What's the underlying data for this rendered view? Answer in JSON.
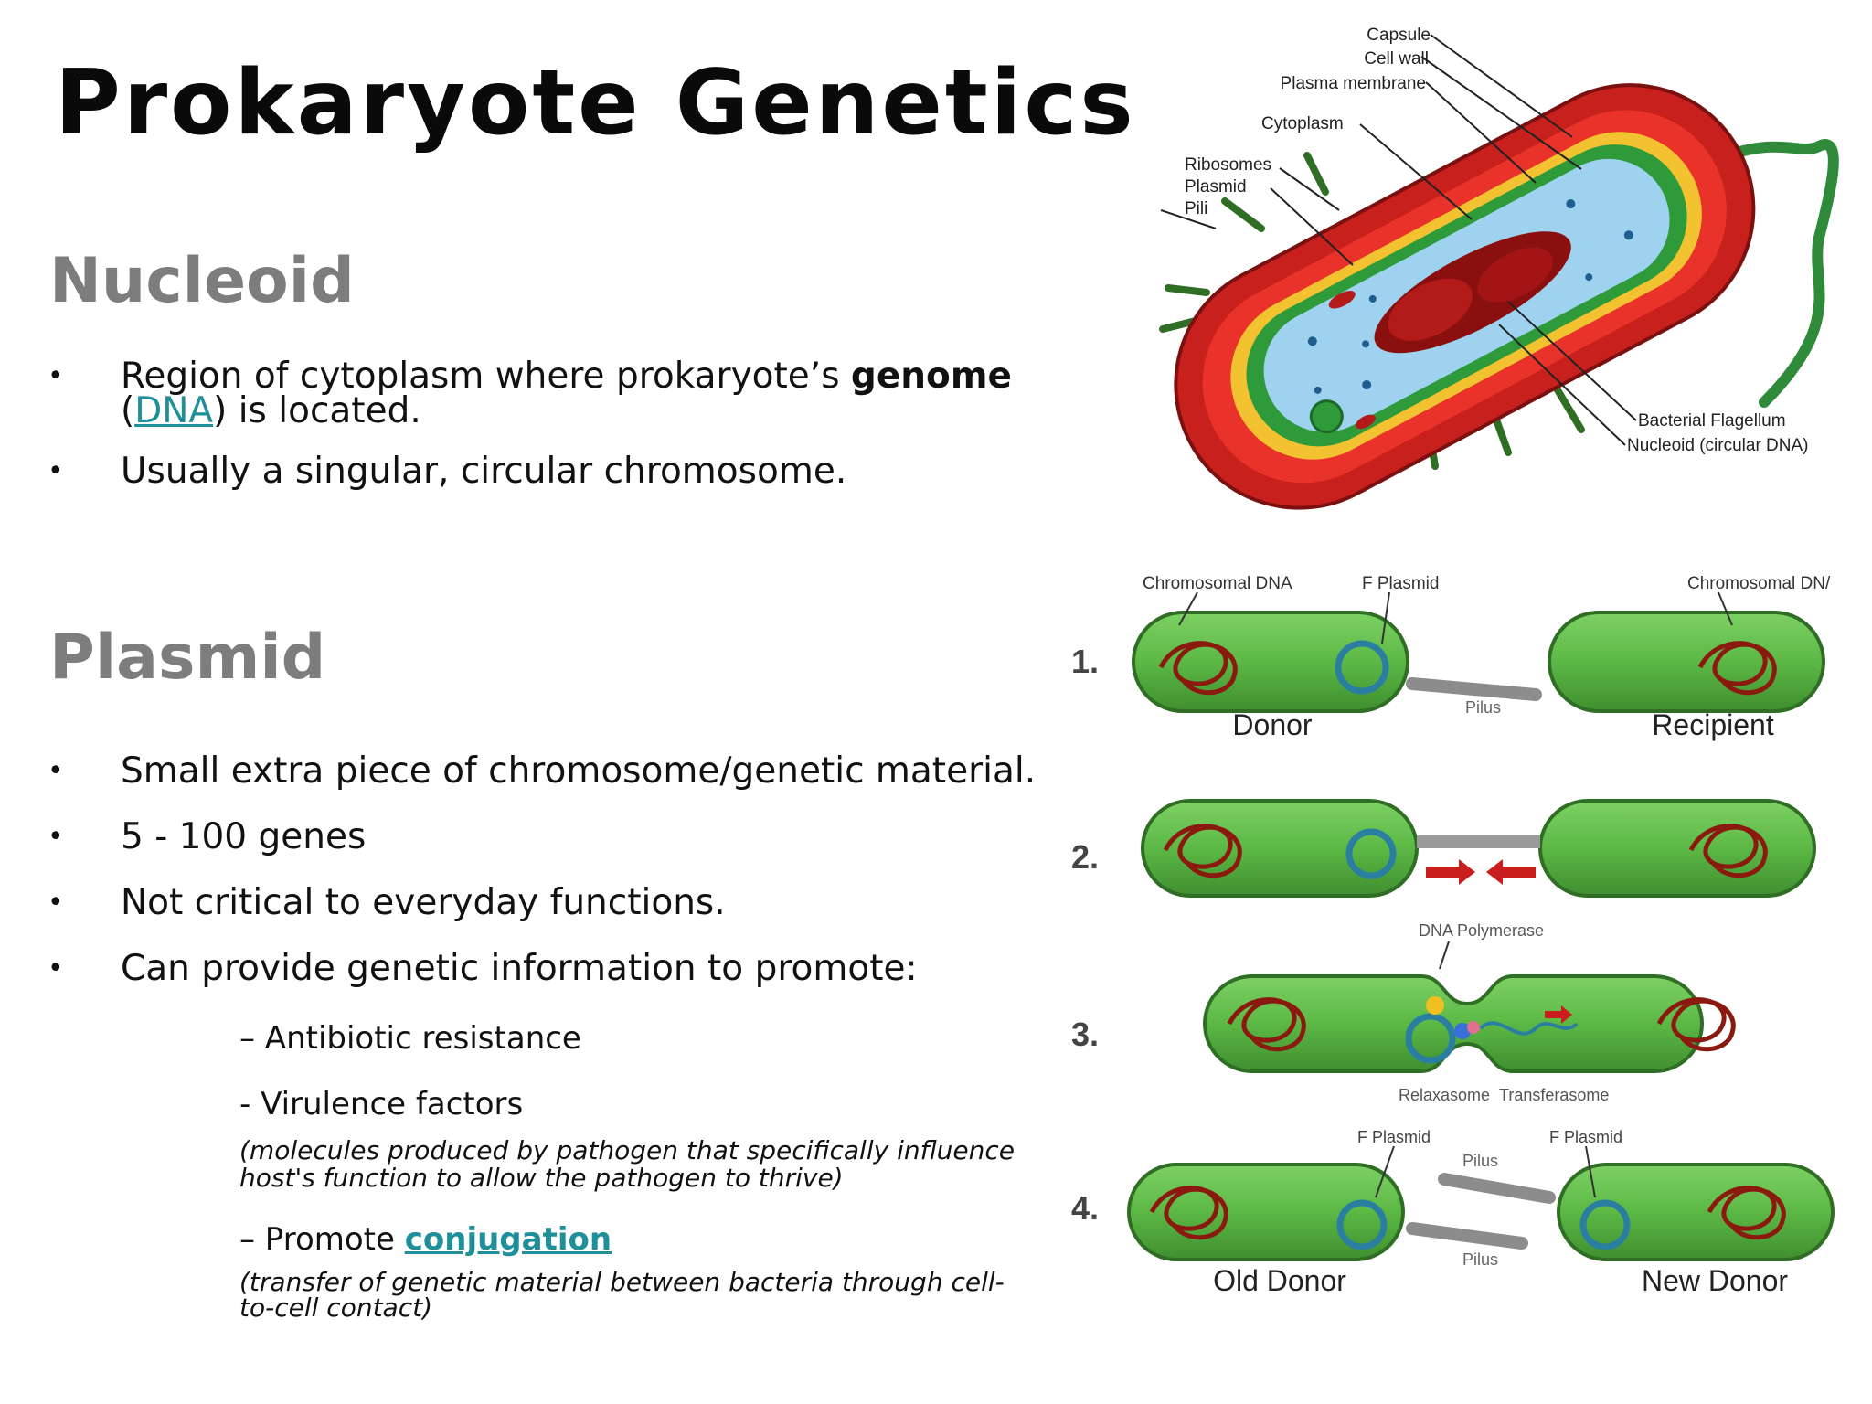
{
  "title": "Prokaryote Genetics",
  "nucleoid": {
    "heading": "Nucleoid",
    "bullet1": {
      "pre": "Region of cytoplasm where prokaryote’s ",
      "bold": "genome",
      "open": "(",
      "link": "DNA",
      "post": ") is located."
    },
    "bullet2": "Usually a  singular, circular chromosome."
  },
  "plasmid": {
    "heading": "Plasmid",
    "bullets": [
      "Small extra piece of chromosome/genetic material.",
      "5 - 100 genes",
      "Not critical to everyday functions.",
      "Can provide genetic information to promote:"
    ],
    "sub1": "– Antibiotic resistance",
    "sub2": "- Virulence factors",
    "sub2_note1": "(molecules produced by pathogen that specifically influence",
    "sub2_note2": "host's function to allow the pathogen to thrive)",
    "sub3_pre": "– Promote ",
    "sub3_link": "conjugation",
    "sub3_note1": "(transfer of genetic material between bacteria through cell-",
    "sub3_note2": "to-cell contact)"
  },
  "cell_diagram": {
    "labels": {
      "capsule": "Capsule",
      "cell_wall": "Cell wall",
      "plasma_membrane": "Plasma membrane",
      "cytoplasm": "Cytoplasm",
      "ribosomes": "Ribosomes",
      "plasmid": "Plasmid",
      "pili": "Pili",
      "flagellum": "Bacterial Flagellum",
      "nucleoid": "Nucleoid (circular DNA)"
    },
    "colors": {
      "capsule": "#c8201c",
      "wall": "#f2c230",
      "membrane": "#2e9a3a",
      "cytoplasm": "#9ed2ef",
      "dna": "#8a1010",
      "flagellum": "#2f8a3a"
    }
  },
  "conjugation_diagram": {
    "steps": [
      "1.",
      "2.",
      "3.",
      "4."
    ],
    "labels": {
      "chromosomal_dna_left": "Chromosomal DNA",
      "f_plasmid": "F Plasmid",
      "chromosomal_dna_right": "Chromosomal DN/",
      "pilus": "Pilus",
      "donor": "Donor",
      "recipient": "Recipient",
      "dna_polymerase": "DNA Polymerase",
      "relaxasome": "Relaxasome",
      "transferasome": "Transferasome",
      "f_plasmid_left": "F Plasmid",
      "f_plasmid_right": "F Plasmid",
      "pilus_top": "Pilus",
      "pilus_bottom": "Pilus",
      "old_donor": "Old Donor",
      "new_donor": "New Donor"
    },
    "colors": {
      "cell": "#5cb845",
      "cell_edge": "#2f6e24",
      "plasmid": "#2a7fa0",
      "pilus": "#8c8c8c",
      "arrow": "#c81e1e"
    }
  }
}
